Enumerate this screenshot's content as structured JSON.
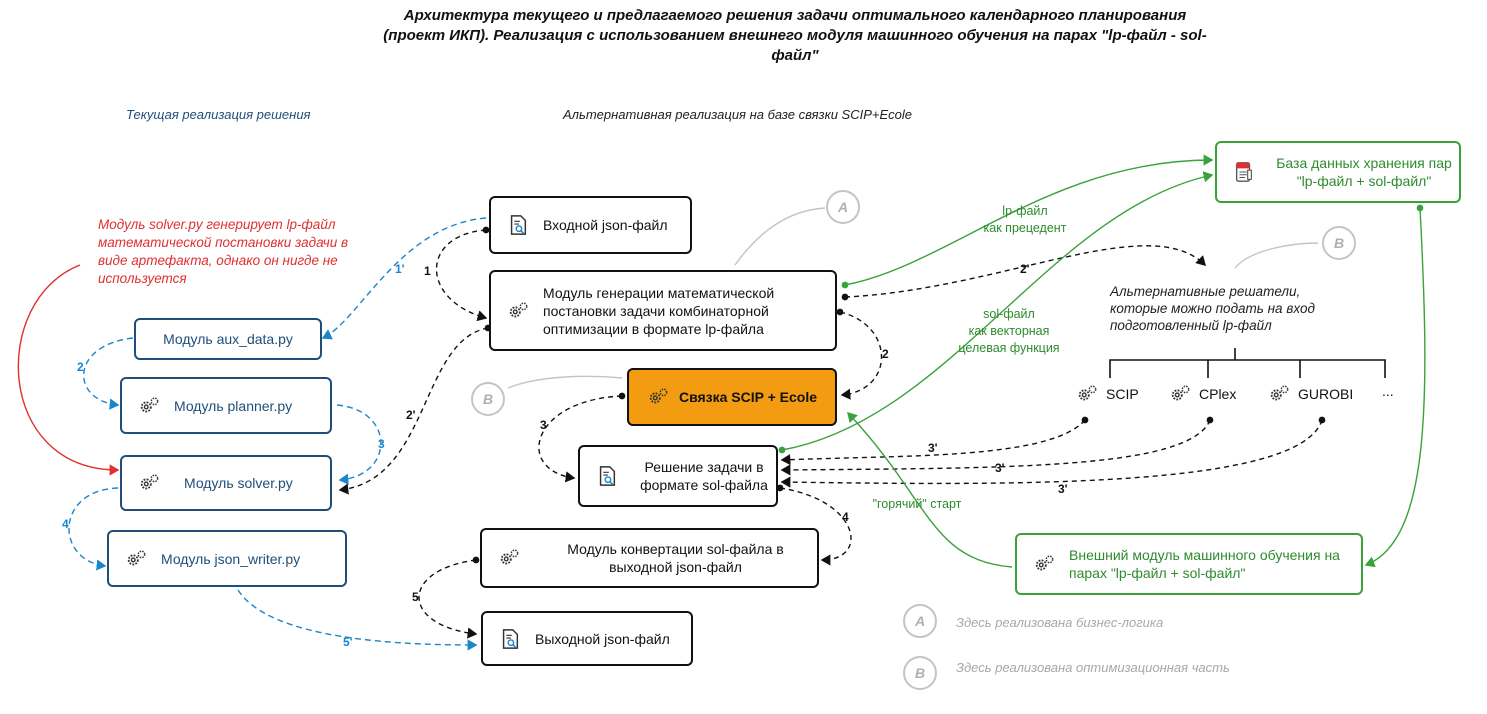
{
  "title": "Архитектура текущего и предлагаемого решения задачи оптимального календарного планирования (проект ИКП). Реализация с использованием внешнего модуля машинного обучения на парах \"lp-файл - sol-файл\"",
  "captions": {
    "current": "Текущая реализация решения",
    "alternative": "Альтернативная реализация на базе связки SCIP+Ecole"
  },
  "red_note": "Модуль solver.py генерирует lp-файл математической постановки задачи в виде артефакта, однако он нигде не используется",
  "current_modules": {
    "aux_data": "Модуль aux_data.py",
    "planner": "Модуль planner.py",
    "solver": "Модуль solver.py",
    "json_writer": "Модуль json_writer.py"
  },
  "flow": {
    "input_json": "Входной json-файл",
    "lp_gen": "Модуль генерации математической постановки задачи комбинаторной оптимизации в формате lp-файла",
    "scip_ecole": "Связка SCIP + Ecole",
    "sol_solution": "Решение задачи в формате sol-файла",
    "converter": "Модуль конвертации sol-файла в выходной json-файл",
    "output_json": "Выходной json-файл"
  },
  "database": "База данных хранения пар \"lp-файл + sol-файл\"",
  "ml_module": "Внешний модуль машинного обучения на парах \"lp-файл + sol-файл\"",
  "green_labels": {
    "lp_precedent": "lp-файл\nкак прецедент",
    "sol_vector": "sol-файл\nкак векторная\nцелевая функция",
    "hot_start": "\"горячий\" старт"
  },
  "alt_solvers": {
    "note": "Альтернативные решатели, которые можно подать на вход подготовленный lp-файл",
    "items": [
      "SCIP",
      "CPlex",
      "GUROBI",
      "..."
    ]
  },
  "edge_labels": {
    "e1": "1",
    "e2": "2",
    "e3": "3",
    "e4": "4",
    "e5": "5",
    "b1": "1'",
    "b2": "2",
    "b3": "3",
    "b4": "4",
    "b5": "5'",
    "k2": "2'",
    "k2b": "2'",
    "k3a": "3'",
    "k3b": "3'",
    "k3c": "3'"
  },
  "markers": {
    "a": "A",
    "b": "B"
  },
  "legend": {
    "a": "Здесь реализована бизнес-логика",
    "b": "Здесь реализована оптимизационная часть"
  },
  "colors": {
    "blue": "#1f4e79",
    "dash_blue": "#1a86c9",
    "green": "#3aa23a",
    "red": "#e03030",
    "orange": "#f39c12",
    "grey": "#b8b8b8"
  }
}
